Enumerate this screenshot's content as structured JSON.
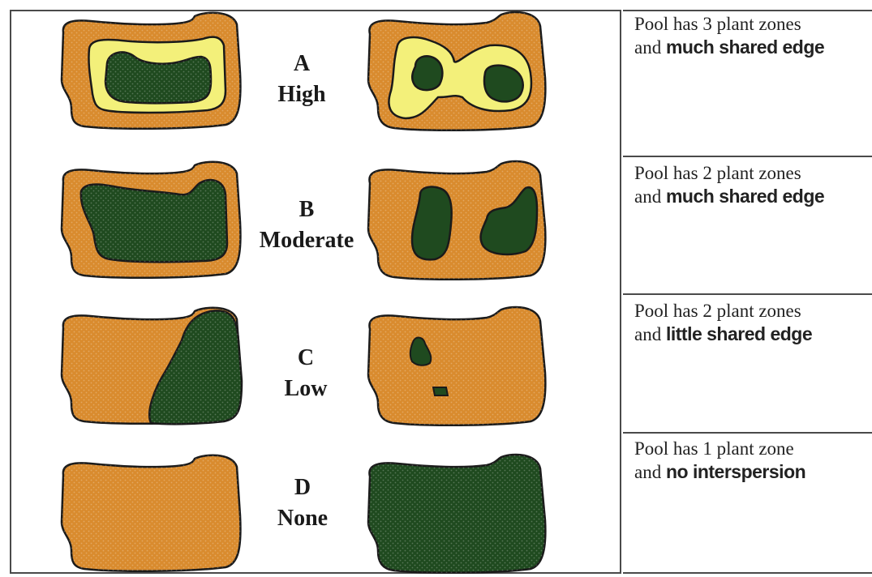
{
  "rows": [
    {
      "letter": "A",
      "level": "High",
      "desc_line1": "Pool has 3 plant zones",
      "desc_and": "and ",
      "desc_bold": "much shared edge"
    },
    {
      "letter": "B",
      "level": "Moderate",
      "desc_line1": "Pool has 2 plant zones",
      "desc_and": "and ",
      "desc_bold": "much shared edge"
    },
    {
      "letter": "C",
      "level": "Low",
      "desc_line1": "Pool has 2 plant zones",
      "desc_and": "and ",
      "desc_bold": "little shared edge"
    },
    {
      "letter": "D",
      "level": "None",
      "desc_line1": "Pool has 1 plant zone",
      "desc_and": "and ",
      "desc_bold": "no interspersion"
    }
  ],
  "colors": {
    "outer_zone": "#d98b2e",
    "middle_zone": "#f3f07a",
    "inner_zone": "#1f4a1f",
    "outline": "#1a1a1a",
    "border": "#4a4a4a"
  }
}
